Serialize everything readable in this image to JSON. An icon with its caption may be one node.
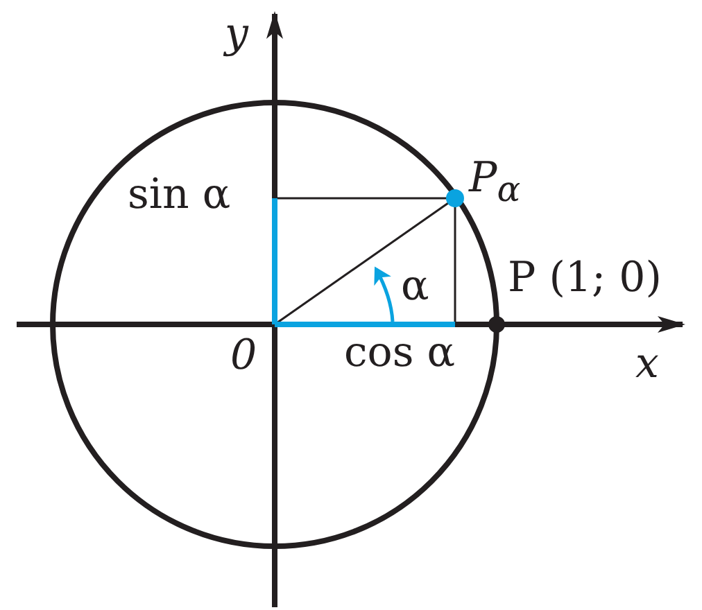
{
  "diagram": {
    "labels": [
      "y",
      "sin α",
      "P$_{α}$",
      "α",
      "P (1; 0)",
      "0",
      "cos α",
      "x"
    ]
  }
}
